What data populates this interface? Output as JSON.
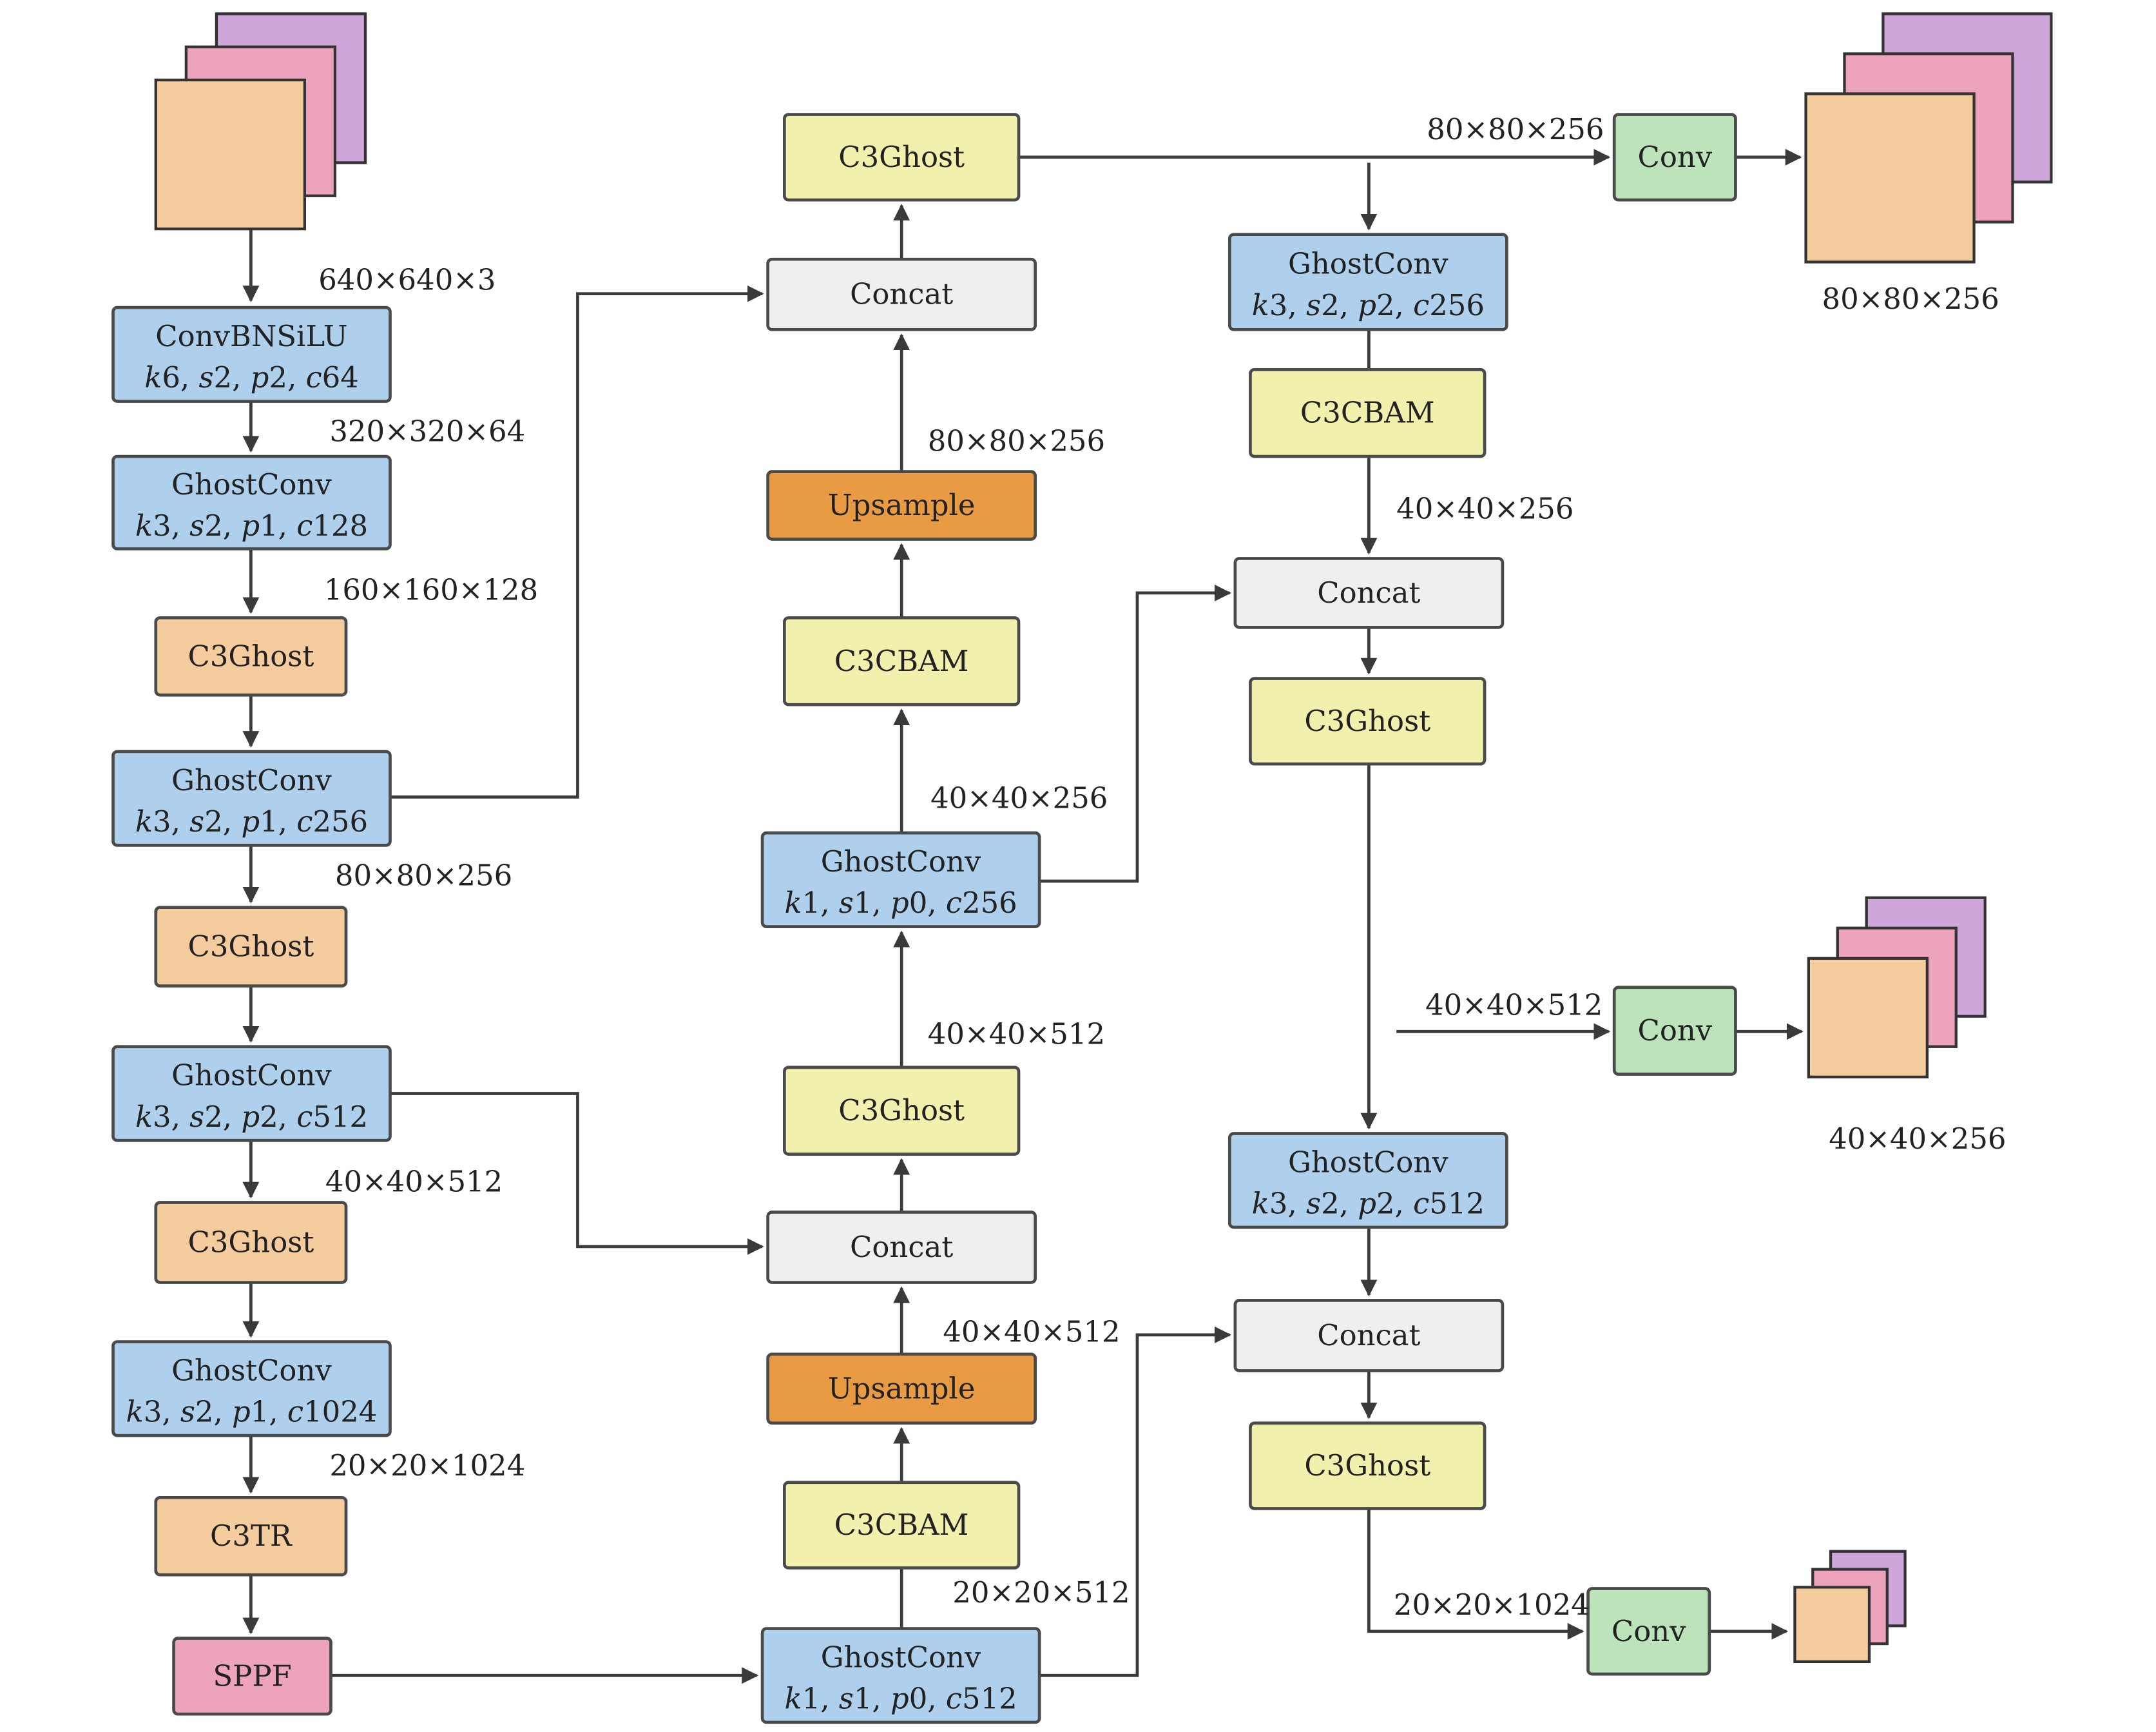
{
  "colors": {
    "blue": "#aed0ec",
    "peach": "#f5cc9e",
    "yellow": "#f2f0ad",
    "gray": "#efefef",
    "orange": "#e89b43",
    "pink": "#eda3bc",
    "green": "#bde3bb",
    "purple": "#cfa6d9",
    "stroke": "#4a4a4a"
  },
  "input": {
    "dims": "640×640×3"
  },
  "backbone": {
    "convbnsilu": {
      "name": "ConvBNSiLU",
      "params": [
        [
          "k",
          "6"
        ],
        [
          "s",
          "2"
        ],
        [
          "p",
          "2"
        ],
        [
          "c",
          "64"
        ]
      ]
    },
    "d1": "320×320×64",
    "ghost1": {
      "name": "GhostConv",
      "params": [
        [
          "k",
          "3"
        ],
        [
          "s",
          "2"
        ],
        [
          "p",
          "1"
        ],
        [
          "c",
          "128"
        ]
      ]
    },
    "d2": "160×160×128",
    "c3ghost1": "C3Ghost",
    "ghost2": {
      "name": "GhostConv",
      "params": [
        [
          "k",
          "3"
        ],
        [
          "s",
          "2"
        ],
        [
          "p",
          "1"
        ],
        [
          "c",
          "256"
        ]
      ]
    },
    "d3": "80×80×256",
    "c3ghost2": "C3Ghost",
    "ghost3": {
      "name": "GhostConv",
      "params": [
        [
          "k",
          "3"
        ],
        [
          "s",
          "2"
        ],
        [
          "p",
          "2"
        ],
        [
          "c",
          "512"
        ]
      ]
    },
    "d4": "40×40×512",
    "c3ghost3": "C3Ghost",
    "ghost4": {
      "name": "GhostConv",
      "params": [
        [
          "k",
          "3"
        ],
        [
          "s",
          "2"
        ],
        [
          "p",
          "1"
        ],
        [
          "c",
          "1024"
        ]
      ]
    },
    "d5": "20×20×1024",
    "c3tr": "C3TR",
    "sppf": "SPPF"
  },
  "neck": {
    "c3ghost_top": "C3Ghost",
    "concat_top": "Concat",
    "d_up1": "80×80×256",
    "upsample1": "Upsample",
    "c3cbam1": "C3CBAM",
    "d_g1": "40×40×256",
    "ghost_k1_256": {
      "name": "GhostConv",
      "params": [
        [
          "k",
          "1"
        ],
        [
          "s",
          "1"
        ],
        [
          "p",
          "0"
        ],
        [
          "c",
          "256"
        ]
      ]
    },
    "d_c3g": "40×40×512",
    "c3ghost_mid": "C3Ghost",
    "concat_mid": "Concat",
    "d_up2": "40×40×512",
    "upsample2": "Upsample",
    "c3cbam2": "C3CBAM",
    "d_bot": "20×20×512",
    "ghost_k1_512": {
      "name": "GhostConv",
      "params": [
        [
          "k",
          "1"
        ],
        [
          "s",
          "1"
        ],
        [
          "p",
          "0"
        ],
        [
          "c",
          "512"
        ]
      ]
    }
  },
  "head": {
    "d_top": "80×80×256",
    "ghost_k3_256": {
      "name": "GhostConv",
      "params": [
        [
          "k",
          "3"
        ],
        [
          "s",
          "2"
        ],
        [
          "p",
          "2"
        ],
        [
          "c",
          "256"
        ]
      ]
    },
    "c3cbam": "C3CBAM",
    "d_mid": "40×40×256",
    "concat1": "Concat",
    "c3ghost1": "C3Ghost",
    "d_out2": "40×40×512",
    "ghost_k3_512": {
      "name": "GhostConv",
      "params": [
        [
          "k",
          "3"
        ],
        [
          "s",
          "2"
        ],
        [
          "p",
          "2"
        ],
        [
          "c",
          "512"
        ]
      ]
    },
    "concat2": "Concat",
    "c3ghost2": "C3Ghost",
    "d_out3": "20×20×1024"
  },
  "outputs": {
    "conv": "Conv",
    "out1": "80×80×256",
    "out2": "40×40×256"
  }
}
